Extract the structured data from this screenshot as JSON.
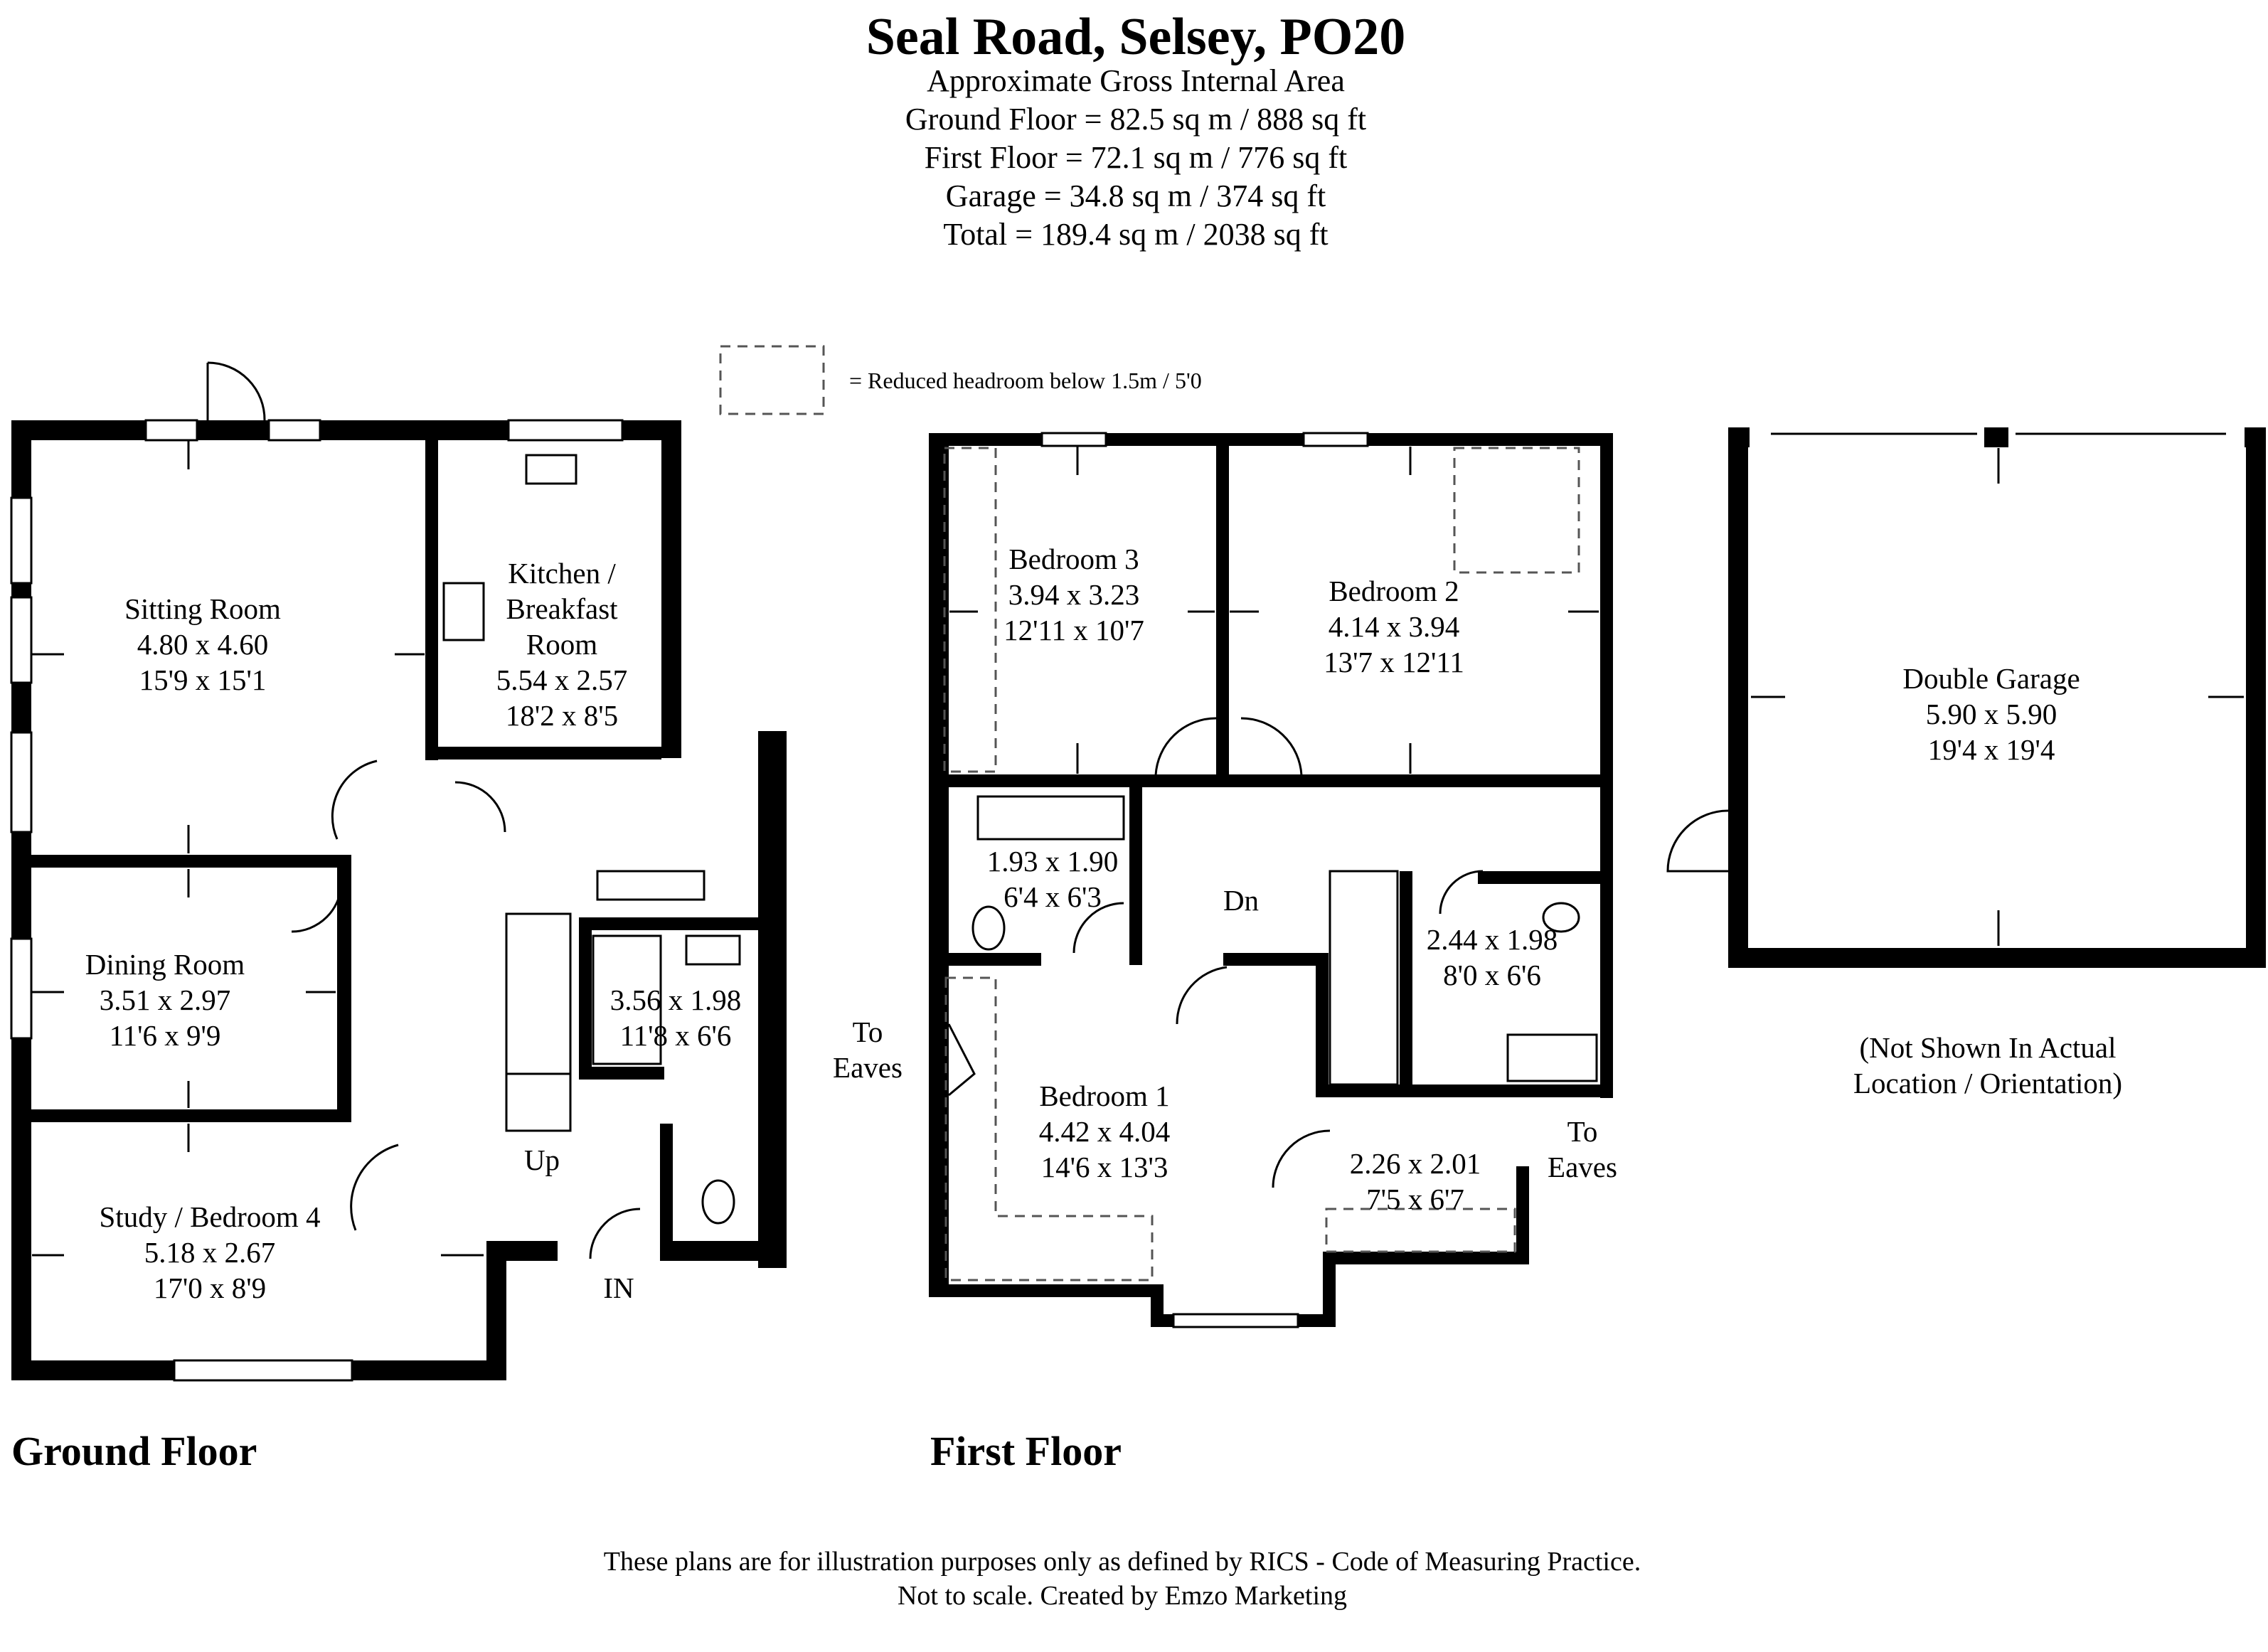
{
  "header": {
    "title": "Seal Road, Selsey, PO20",
    "subtitle": "Approximate Gross Internal Area",
    "areas": [
      "Ground Floor = 82.5 sq m / 888 sq ft",
      "First Floor = 72.1 sq m / 776 sq ft",
      "Garage = 34.8 sq m / 374 sq ft",
      "Total = 189.4 sq m / 2038 sq ft"
    ]
  },
  "legend": {
    "text": "= Reduced headroom below 1.5m / 5'0"
  },
  "ground_floor": {
    "label": "Ground Floor",
    "sitting_room": {
      "name": "Sitting Room",
      "metric": "4.80 x 4.60",
      "imperial": "15'9 x 15'1"
    },
    "kitchen": {
      "name_line1": "Kitchen /",
      "name_line2": "Breakfast",
      "name_line3": "Room",
      "metric": "5.54 x 2.57",
      "imperial": "18'2 x 8'5"
    },
    "dining_room": {
      "name": "Dining Room",
      "metric": "3.51 x 2.97",
      "imperial": "11'6 x 9'9"
    },
    "utility": {
      "metric": "3.56 x 1.98",
      "imperial": "11'8 x 6'6"
    },
    "study": {
      "name": "Study / Bedroom 4",
      "metric": "5.18 x 2.67",
      "imperial": "17'0 x 8'9"
    },
    "stairs_label": "Up",
    "entrance_label": "IN"
  },
  "first_floor": {
    "label": "First Floor",
    "bedroom3": {
      "name": "Bedroom 3",
      "metric": "3.94 x 3.23",
      "imperial": "12'11 x 10'7"
    },
    "bedroom2": {
      "name": "Bedroom 2",
      "metric": "4.14 x 3.94",
      "imperial": "13'7 x 12'11"
    },
    "bathroom": {
      "metric": "1.93 x 1.90",
      "imperial": "6'4 x 6'3"
    },
    "ensuite": {
      "metric": "2.44 x 1.98",
      "imperial": "8'0 x 6'6"
    },
    "bedroom1": {
      "name": "Bedroom 1",
      "metric": "4.42 x 4.04",
      "imperial": "14'6 x 13'3"
    },
    "store": {
      "metric": "2.26 x 2.01",
      "imperial": "7'5 x 6'7"
    },
    "stairs_label": "Dn",
    "eaves_left": {
      "line1": "To",
      "line2": "Eaves"
    },
    "eaves_right": {
      "line1": "To",
      "line2": "Eaves"
    }
  },
  "garage": {
    "name": "Double Garage",
    "metric": "5.90 x 5.90",
    "imperial": "19'4 x 19'4",
    "note_line1": "(Not Shown In Actual",
    "note_line2": "Location / Orientation)"
  },
  "footer": {
    "line1": "These plans are for illustration purposes only as defined by RICS - Code of Measuring Practice.",
    "line2": "Not to scale. Created by Emzo Marketing"
  }
}
